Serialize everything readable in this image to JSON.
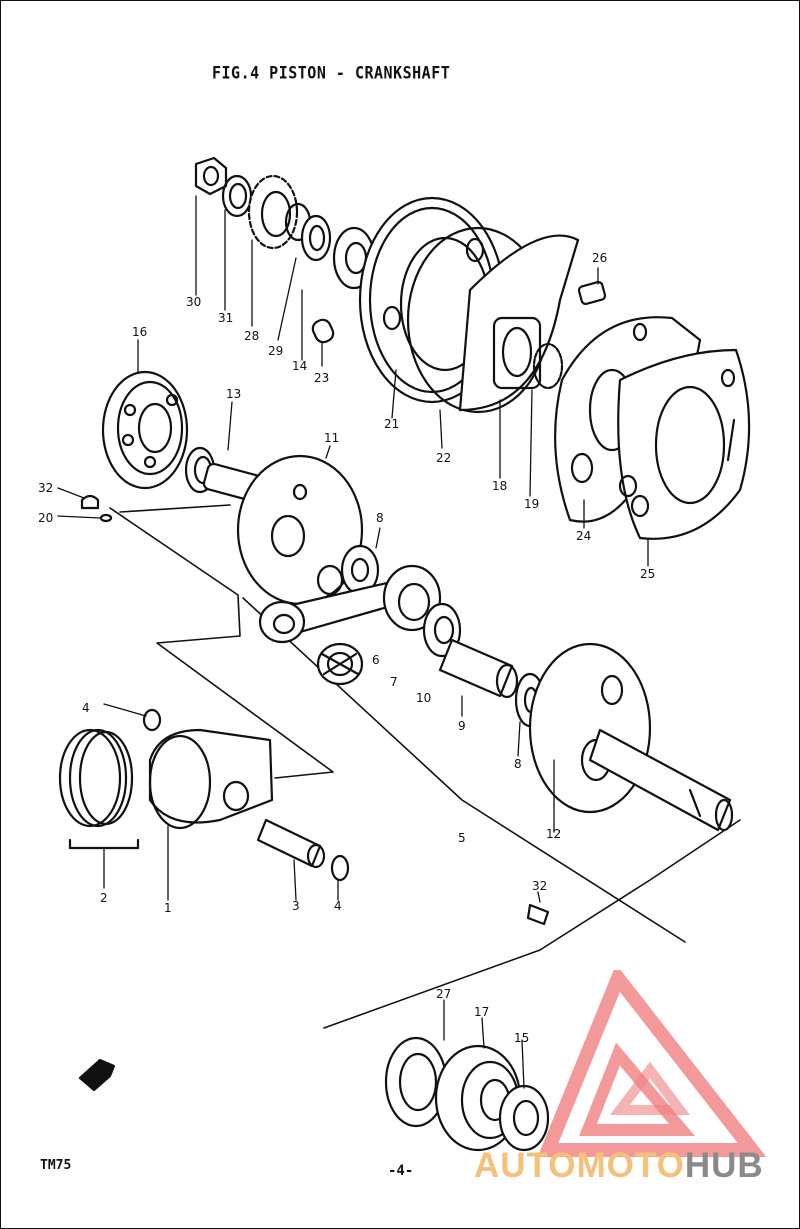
{
  "title": "FIG.4  PISTON - CRANKSHAFT",
  "model": "TM75",
  "page_number": "-4-",
  "parts": [
    {
      "num": "1"
    },
    {
      "num": "2"
    },
    {
      "num": "3"
    },
    {
      "num": "4"
    },
    {
      "num": "4"
    },
    {
      "num": "5"
    },
    {
      "num": "6"
    },
    {
      "num": "7"
    },
    {
      "num": "8"
    },
    {
      "num": "8"
    },
    {
      "num": "9"
    },
    {
      "num": "10"
    },
    {
      "num": "11"
    },
    {
      "num": "12"
    },
    {
      "num": "13"
    },
    {
      "num": "14"
    },
    {
      "num": "15"
    },
    {
      "num": "16"
    },
    {
      "num": "17"
    },
    {
      "num": "18"
    },
    {
      "num": "19"
    },
    {
      "num": "20"
    },
    {
      "num": "21"
    },
    {
      "num": "22"
    },
    {
      "num": "23"
    },
    {
      "num": "24"
    },
    {
      "num": "25"
    },
    {
      "num": "26"
    },
    {
      "num": "27"
    },
    {
      "num": "28"
    },
    {
      "num": "29"
    },
    {
      "num": "30"
    },
    {
      "num": "31"
    },
    {
      "num": "32"
    },
    {
      "num": "32"
    }
  ],
  "watermark": {
    "part1": "AUTOMOTO",
    "part2": "HUB",
    "colors": {
      "triangle": "#f08080",
      "text_light": "#f5c07a",
      "text_dark": "#8a8a8a"
    }
  }
}
